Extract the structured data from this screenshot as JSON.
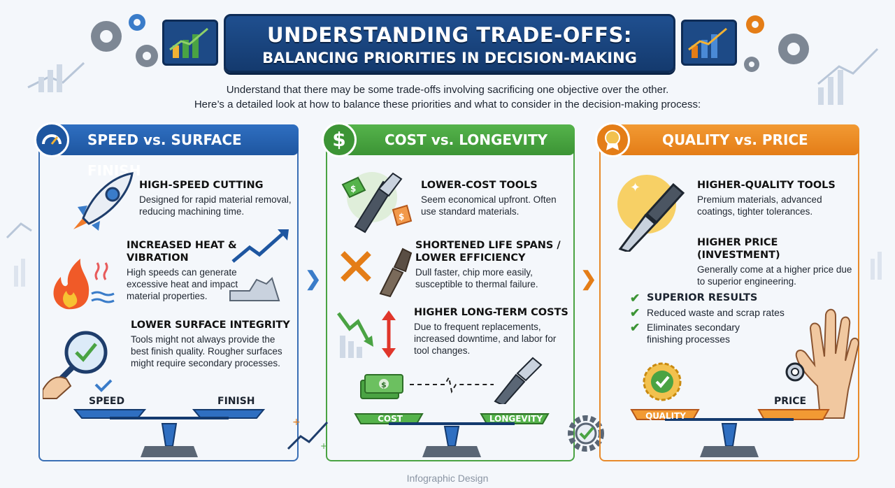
{
  "title": {
    "line1": "UNDERSTANDING TRADE-OFFS:",
    "line2": "BALANCING PRIORITIES IN DECISION-MAKING"
  },
  "intro": {
    "line1": "Understand that there may be some trade-offs involving sacrificing one objective over the other.",
    "line2": "Here’s a detailed look at how to balance these priorities and what to consider in the decision-making process:"
  },
  "columns": [
    {
      "header": "SPEED vs. SURFACE FINISH",
      "items": [
        {
          "title": "HIGH-SPEED CUTTING",
          "text": "Designed for rapid material removal, reducing machining time."
        },
        {
          "title": "INCREASED HEAT & VIBRATION",
          "text": "High speeds can generate excessive heat and impact material properties."
        },
        {
          "title": "LOWER SURFACE INTEGRITY",
          "text": "Tools might not always provide the best finish quality. Rougher surfaces might require secondary processes."
        }
      ],
      "scale": {
        "left": "SPEED",
        "right": "FINISH"
      }
    },
    {
      "header": "COST vs. LONGEVITY",
      "items": [
        {
          "title": "LOWER-COST TOOLS",
          "text": "Seem economical upfront. Often use standard materials."
        },
        {
          "title": "SHORTENED LIFE SPANS / LOWER EFFICIENCY",
          "text": "Dull faster, chip more easily, susceptible to thermal failure."
        },
        {
          "title": "HIGHER LONG-TERM COSTS",
          "text": "Due to frequent replacements, increased downtime, and labor for tool changes."
        }
      ],
      "scale": {
        "left": "COST",
        "right": "LONGEVITY"
      }
    },
    {
      "header": "QUALITY vs. PRICE",
      "items": [
        {
          "title": "HIGHER-QUALITY TOOLS",
          "text": "Premium materials, advanced coatings, tighter tolerances."
        },
        {
          "title": "HIGHER PRICE (INVESTMENT)",
          "text": "Generally come at a higher price due to superior engineering."
        }
      ],
      "results": {
        "title": "SUPERIOR RESULTS",
        "points": [
          "Reduced waste and scrap rates",
          "Eliminates secondary finishing processes"
        ]
      },
      "scale": {
        "left": "QUALITY",
        "right": "PRICE"
      }
    }
  ],
  "footer": "Infographic Design",
  "colors": {
    "blue": "#1e56a0",
    "green": "#3c9435",
    "orange": "#e47d17",
    "navy": "#143a6e"
  },
  "icons": [
    "gear-icon",
    "chart-icon",
    "speedometer-icon",
    "dollar-icon",
    "award-icon",
    "rocket-icon",
    "flame-icon",
    "magnifier-check-icon",
    "price-tag-icon",
    "broken-tool-icon",
    "trend-down-icon",
    "money-icon",
    "end-mill-icon",
    "hand-icon",
    "balance-scale-icon"
  ]
}
